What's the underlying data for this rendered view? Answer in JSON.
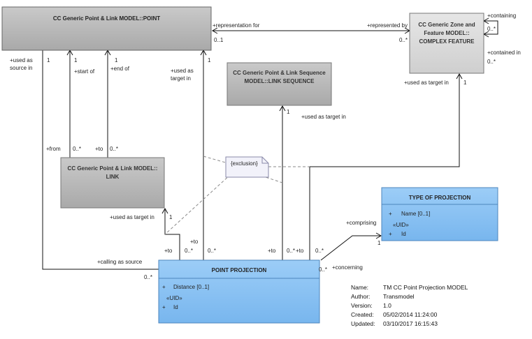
{
  "classes": {
    "point": {
      "title": "CC Generic Point & Link MODEL::POINT"
    },
    "complex_feature": {
      "title_lines": [
        "CC Generic Zone and",
        "Feature MODEL::",
        "COMPLEX FEATURE"
      ]
    },
    "link_sequence": {
      "title_lines": [
        "CC Generic Point & Link Sequence",
        "MODEL::LINK SEQUENCE"
      ]
    },
    "link": {
      "title_lines": [
        "CC Generic Point & Link MODEL::",
        "LINK"
      ]
    },
    "type_of_projection": {
      "title": "TYPE OF PROJECTION",
      "attr_plus": "+",
      "attr_name": "Name [0..1]",
      "stereotype": "«UID»",
      "id_plus": "+",
      "id_name": "Id"
    },
    "point_projection": {
      "title": "POINT PROJECTION",
      "attr_plus": "+",
      "attr_name": "Distance [0..1]",
      "stereotype": "«UID»",
      "id_plus": "+",
      "id_name": "Id"
    }
  },
  "note": {
    "text": "{exclusion}"
  },
  "labels": {
    "representation_for": "+representation for",
    "represented_by": "+represented by",
    "mult_point_rep": "0..1",
    "mult_feature_rep": "0..*",
    "containing": "+containing",
    "contained_in": "+contained in",
    "mult_containing": "0..*",
    "mult_contained": "0..*",
    "used_as_source_in_1": "+used as",
    "used_as_source_in_2": "source in",
    "mult_source_point": "1",
    "start_of": "+start of",
    "mult_start": "1",
    "end_of": "+end of",
    "mult_end": "1",
    "used_as_target_in_point_1": "+used as",
    "used_as_target_in_point_2": "target in",
    "mult_target_point": "1",
    "from": "+from",
    "mult_from": "0..*",
    "to_link": "+to",
    "mult_to_link": "0..*",
    "used_as_target_in_seq": "+used as target in",
    "mult_seq": "1",
    "used_as_target_in_feature": "+used as target in",
    "mult_feature_target": "1",
    "used_as_target_in_link": "+used as target in",
    "mult_link_target": "1",
    "to_pp_link": "+to",
    "mult_to_pp_link": "0..*",
    "to_pp_point_1": "+to",
    "to_pp_point_2": "0..*",
    "to_pp_seq": "+to",
    "mult_to_pp_seq": "0..*",
    "to_pp_feature": "+to",
    "mult_to_pp_feature": "0..*",
    "calling_as_source": "+calling as source",
    "mult_calling": "0..*",
    "comprising": "+comprising",
    "mult_comprising": "1",
    "concerning": "+concerning",
    "mult_concerning": "0..*"
  },
  "meta": {
    "name_key": "Name:",
    "name_val": "TM CC Point Projection MODEL",
    "author_key": "Author:",
    "author_val": "Transmodel",
    "version_key": "Version:",
    "version_val": "1.0",
    "created_key": "Created:",
    "created_val": "05/02/2014 11:24:00",
    "updated_key": "Updated:",
    "updated_val": "03/10/2017 16:15:43"
  },
  "colors": {
    "gray_fill": "#b4b4b4",
    "light_fill": "#d8d8d8",
    "blue_fill": "#84bef2",
    "blue_header": "#7ab4ec",
    "line": "#111111"
  }
}
